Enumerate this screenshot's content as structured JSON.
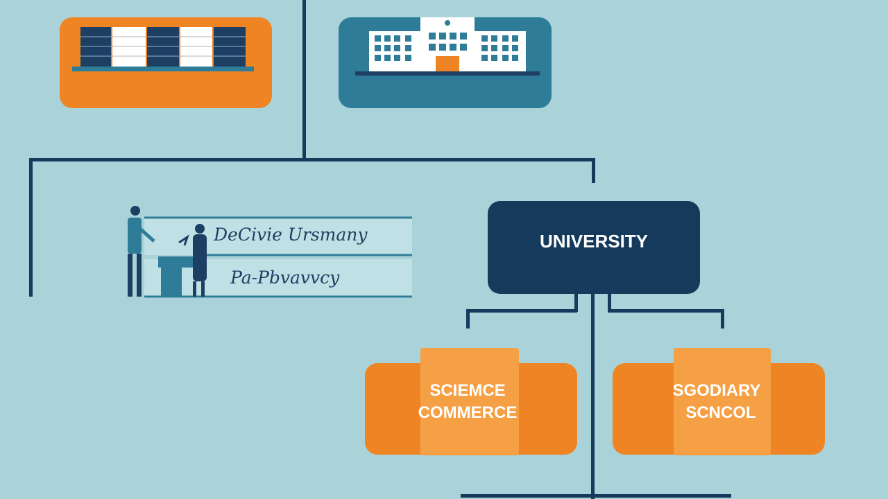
{
  "diagram": {
    "nodes": {
      "library": {
        "icon": "bookshelf-icon"
      },
      "campus": {
        "icon": "school-building-icon"
      },
      "teaching": {
        "icon": "teacher-student-icon",
        "line1": "DeCivie Ursmany",
        "line2": "Pa-Pbvavvcy"
      },
      "university": {
        "label": "UNIVERSITY"
      },
      "science_commerce": {
        "line1": "SCIEMCE",
        "line2": "COMMERCE"
      },
      "secondary_school": {
        "line1": "SGODIARY",
        "line2": "SCNCOL"
      }
    }
  },
  "colors": {
    "background": "#a9d3d8",
    "navy": "#163a5c",
    "orange": "#ef8424",
    "orange_light": "#f6a045",
    "teal": "#2f7c99"
  }
}
